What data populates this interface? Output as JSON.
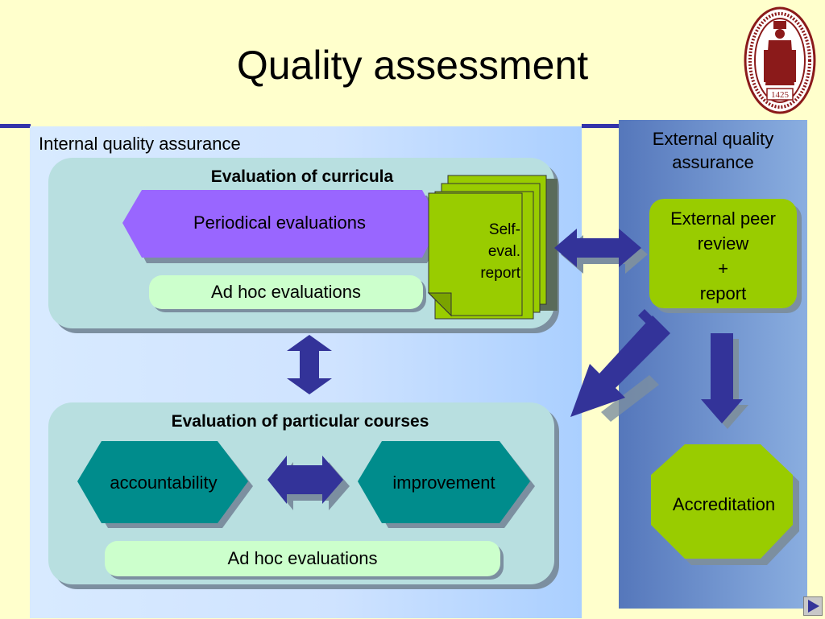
{
  "slide": {
    "title": "Quality assessment"
  },
  "internal": {
    "label": "Internal quality assurance",
    "curricula": {
      "heading": "Evaluation of curricula",
      "periodical": "Periodical evaluations",
      "adhoc": "Ad hoc evaluations",
      "self_eval_lines": [
        "Self-",
        "eval.",
        "report"
      ]
    },
    "courses": {
      "heading": "Evaluation of particular courses",
      "left": "accountability",
      "right": "improvement",
      "adhoc": "Ad hoc evaluations"
    }
  },
  "external": {
    "label_lines": [
      "External quality",
      "assurance"
    ],
    "peer_review_lines": [
      "External peer",
      "review",
      "+",
      "report"
    ],
    "accreditation": "Accreditation"
  },
  "logo": {
    "year": "1425",
    "inscription": "SIGILLVM • VNIVERSITATIS • LOVANIENSIS • SEDES • SAPIENTIAE"
  },
  "colors": {
    "background": "#ffffcc",
    "periodical": "#9966ff",
    "teal": "#008c8c",
    "green": "#99cc00",
    "arrow": "#333399"
  },
  "icons": {
    "next": "play-triangle-icon"
  }
}
